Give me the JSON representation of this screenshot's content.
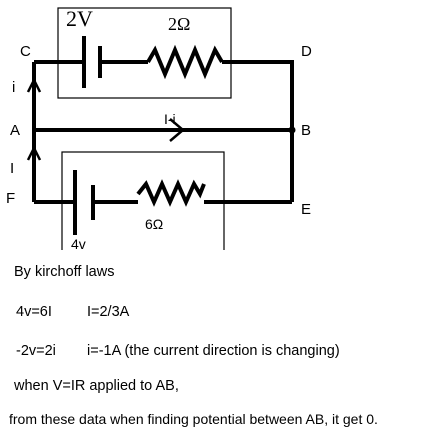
{
  "diagram": {
    "nodes": {
      "C": "C",
      "D": "D",
      "A": "A",
      "B": "B",
      "F": "F",
      "E": "E"
    },
    "battery_top_label": "2V",
    "resistor_top_label": "2Ω",
    "battery_bottom_label": "4v",
    "resistor_bottom_label": "6Ω",
    "current_i": "i",
    "current_I": "I",
    "current_middle": "I-i"
  },
  "notes": {
    "line1": "By kirchoff laws",
    "line2_a": "4v=6I",
    "line2_b": "I=2/3A",
    "line3_a": "-2v=2i",
    "line3_b": "i=-1A (the current direction is changing)",
    "line4": "when V=IR applied to AB,",
    "line5": "from these data when finding potential between AB, it get 0."
  }
}
